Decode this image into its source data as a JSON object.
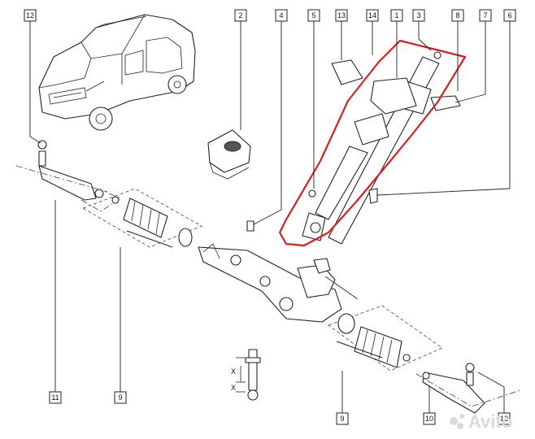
{
  "callouts": [
    {
      "id": "c12a",
      "label": "12"
    },
    {
      "id": "c2",
      "label": "2"
    },
    {
      "id": "c4",
      "label": "4"
    },
    {
      "id": "c5",
      "label": "5"
    },
    {
      "id": "c13",
      "label": "13"
    },
    {
      "id": "c14",
      "label": "14"
    },
    {
      "id": "c1",
      "label": "1"
    },
    {
      "id": "c3",
      "label": "3"
    },
    {
      "id": "c8",
      "label": "8"
    },
    {
      "id": "c7",
      "label": "7"
    },
    {
      "id": "c6",
      "label": "6"
    },
    {
      "id": "c11",
      "label": "11"
    },
    {
      "id": "c9a",
      "label": "9"
    },
    {
      "id": "c9b",
      "label": "9"
    },
    {
      "id": "c10",
      "label": "10"
    },
    {
      "id": "c12b",
      "label": "12"
    }
  ],
  "dimension_marks": {
    "x_top": "X",
    "x_bottom": "X"
  },
  "watermark": {
    "text": "Avito"
  },
  "colors": {
    "highlight": "#d91f1f",
    "ink": "#222222"
  }
}
